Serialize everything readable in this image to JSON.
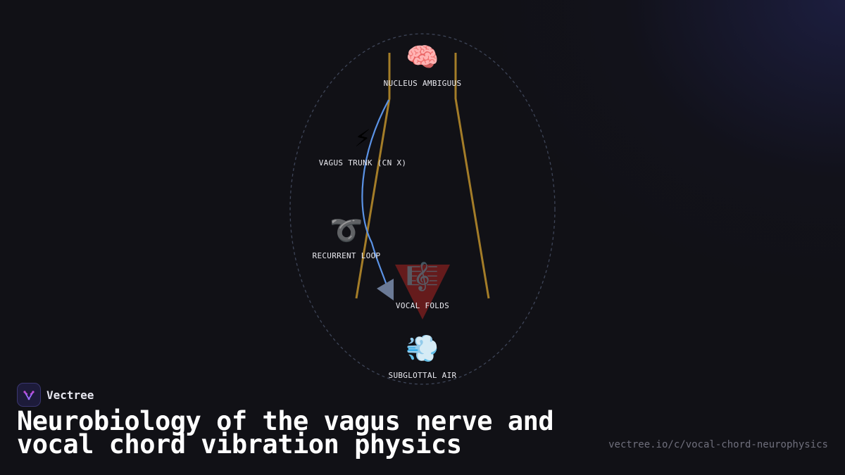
{
  "diagram": {
    "nodes": {
      "nucleus": {
        "icon": "🧠",
        "icon_name": "brain-icon",
        "label": "NUCLEUS AMBIGUUS"
      },
      "vagus": {
        "icon": "⚡",
        "icon_name": "lightning-icon",
        "label": "VAGUS TRUNK (CN X)"
      },
      "recurrent": {
        "icon": "➰",
        "icon_name": "loop-icon",
        "label": "RECURRENT LOOP"
      },
      "folds": {
        "icon": "🎼",
        "icon_name": "musical-score-icon",
        "label": "VOCAL FOLDS"
      },
      "air": {
        "icon": "💨",
        "icon_name": "dash-air-icon",
        "label": "SUBGLOTTAL AIR"
      }
    },
    "colors": {
      "larynx_outline": "#a47d28",
      "signal_path": "#5b93e6",
      "arrow_head": "#6b7a96",
      "folds_triangle": "#7a1e1e",
      "boundary": "#3e4558"
    }
  },
  "brand": {
    "name": "Vectree",
    "logo_icon": "vectree-logo-icon"
  },
  "title": {
    "line1": "Neurobiology of the vagus nerve and",
    "line2": "vocal chord vibration physics"
  },
  "url": "vectree.io/c/vocal-chord-neurophysics"
}
